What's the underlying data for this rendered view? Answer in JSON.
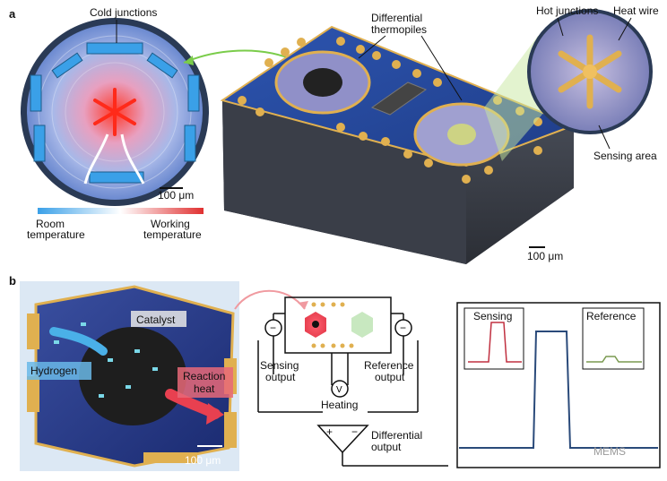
{
  "panel_a": {
    "letter": "a",
    "cold_junctions": "Cold junctions",
    "differential_thermopiles_1": "Differential",
    "differential_thermopiles_2": "thermopiles",
    "hot_junctions": "Hot junctions",
    "heat_wire": "Heat wire",
    "sensing_area": "Sensing area",
    "scale_left": "100 μm",
    "scale_chip": "100 μm",
    "room_temp_1": "Room",
    "room_temp_2": "temperature",
    "working_temp_1": "Working",
    "working_temp_2": "temperature"
  },
  "panel_b": {
    "letter": "b",
    "catalyst": "Catalyst",
    "hydrogen": "Hydrogen",
    "reaction_heat_1": "Reaction",
    "reaction_heat_2": "heat",
    "scale": "100 μm",
    "sensing_output_1": "Sensing",
    "sensing_output_2": "output",
    "reference_output_1": "Reference",
    "reference_output_2": "output",
    "heating": "Heating",
    "voltmeter": "V",
    "minus_left": "−",
    "minus_right": "−",
    "plus_sign": "+",
    "minus_sign": "−",
    "differential_output_1": "Differential",
    "differential_output_2": "output",
    "sensing_box": "Sensing",
    "reference_box": "Reference",
    "watermark": "MEMS"
  },
  "colors": {
    "chip_blue": "#2a4a9a",
    "gold": "#e0b050",
    "gradient_cold": "#3aa0e8",
    "gradient_hot": "#e03030",
    "trace_blue": "#2a4a7a",
    "trace_red": "#c03040",
    "trace_green": "#7a9a50"
  }
}
